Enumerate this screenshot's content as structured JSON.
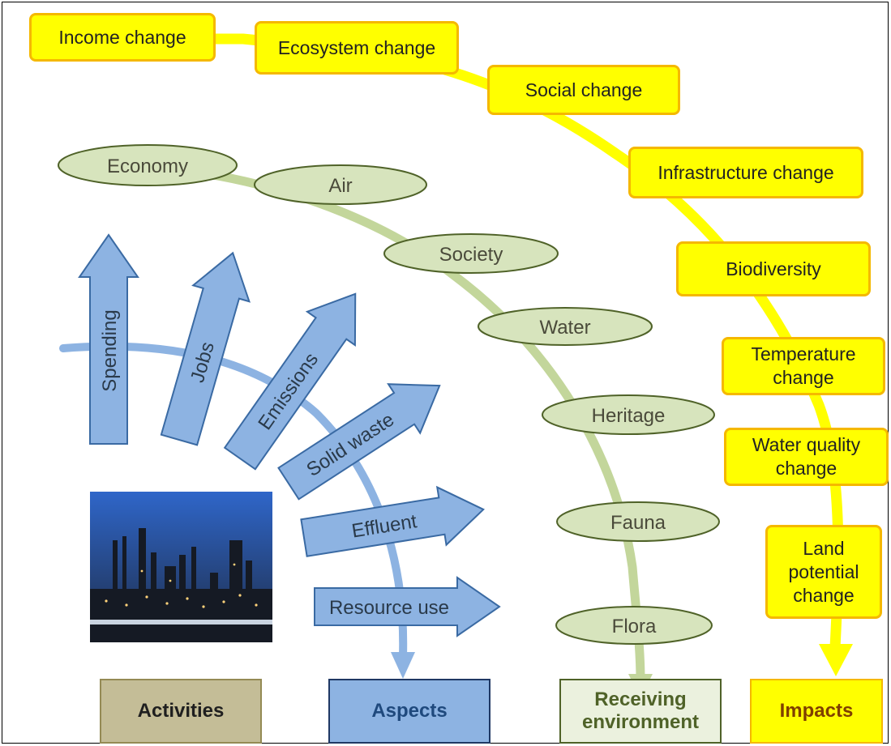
{
  "impacts": [
    {
      "key": "income",
      "label": "Income change"
    },
    {
      "key": "ecosystem",
      "label": "Ecosystem change"
    },
    {
      "key": "social",
      "label": "Social change"
    },
    {
      "key": "infrastructure",
      "label": "Infrastructure change"
    },
    {
      "key": "biodiversity",
      "label": "Biodiversity"
    },
    {
      "key": "temperature",
      "label": "Temperature\nchange"
    },
    {
      "key": "water_quality",
      "label": "Water quality\nchange"
    },
    {
      "key": "land_potential",
      "label": "Land\npotential\nchange"
    }
  ],
  "receiving_environment": [
    "Economy",
    "Air",
    "Society",
    "Water",
    "Heritage",
    "Fauna",
    "Flora"
  ],
  "aspects": [
    "Spending",
    "Jobs",
    "Emissions",
    "Solid waste",
    "Effluent",
    "Resource use"
  ],
  "legend": {
    "activities": "Activities",
    "aspects": "Aspects",
    "receiving": "Receiving\nenvironment",
    "impacts": "Impacts"
  },
  "colors": {
    "impact_fill": "#ffff00",
    "impact_border": "#f5b800",
    "ellipse_fill": "#d7e4bd",
    "ellipse_border": "#4f6228",
    "aspect_fill": "#8db3e2",
    "aspect_border": "#3a6aa3",
    "activities_fill": "#c4bd97",
    "activities_border": "#948a54",
    "receiving_fill": "#ebf1de",
    "receiving_border": "#4f6228"
  },
  "photo": {
    "icon": "refinery-photo"
  }
}
